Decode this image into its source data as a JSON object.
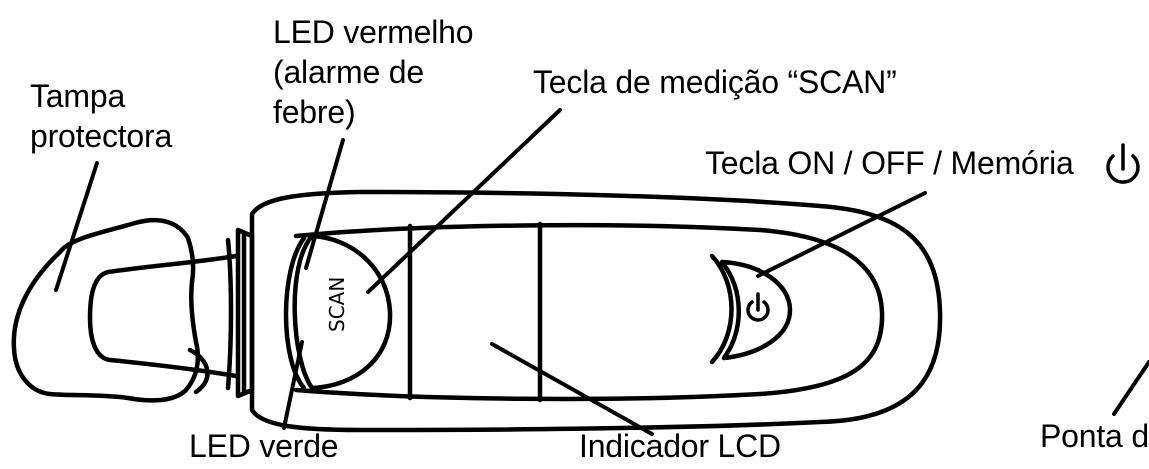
{
  "labels": {
    "cap": [
      "Tampa",
      "protectora"
    ],
    "red_led": [
      "LED vermelho",
      "(alarme de",
      "febre)"
    ],
    "scan_key": "Tecla de medição “SCAN”",
    "power_key": "Tecla ON / OFF / Memória",
    "green_led": "LED verde",
    "lcd": "Indicador LCD",
    "tip": "Ponta d"
  },
  "device": {
    "button_text": "SCAN"
  },
  "icons": {
    "power": "power-icon"
  },
  "colors": {
    "ink": "#000000",
    "background": "#ffffff"
  }
}
